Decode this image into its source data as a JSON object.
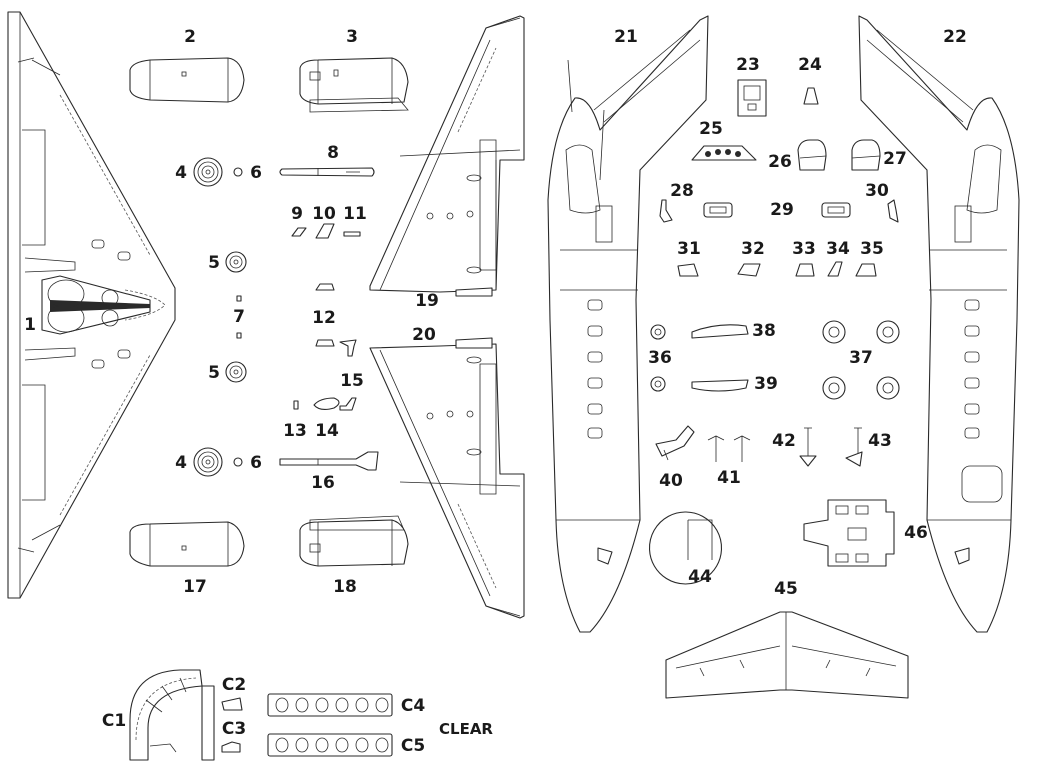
{
  "sheet": {
    "description_labels": {
      "clear": "CLEAR"
    },
    "parts": [
      {
        "id": "1"
      },
      {
        "id": "2"
      },
      {
        "id": "3"
      },
      {
        "id": "4a",
        "label": "4"
      },
      {
        "id": "6a",
        "label": "6"
      },
      {
        "id": "5a",
        "label": "5"
      },
      {
        "id": "7"
      },
      {
        "id": "5b",
        "label": "5"
      },
      {
        "id": "4b",
        "label": "4"
      },
      {
        "id": "6b",
        "label": "6"
      },
      {
        "id": "8"
      },
      {
        "id": "9"
      },
      {
        "id": "10"
      },
      {
        "id": "11"
      },
      {
        "id": "12"
      },
      {
        "id": "13"
      },
      {
        "id": "14"
      },
      {
        "id": "15"
      },
      {
        "id": "16"
      },
      {
        "id": "17"
      },
      {
        "id": "18"
      },
      {
        "id": "19"
      },
      {
        "id": "20"
      },
      {
        "id": "21"
      },
      {
        "id": "22"
      },
      {
        "id": "23"
      },
      {
        "id": "24"
      },
      {
        "id": "25"
      },
      {
        "id": "26"
      },
      {
        "id": "27"
      },
      {
        "id": "28"
      },
      {
        "id": "29"
      },
      {
        "id": "30"
      },
      {
        "id": "31"
      },
      {
        "id": "32"
      },
      {
        "id": "33"
      },
      {
        "id": "34"
      },
      {
        "id": "35"
      },
      {
        "id": "36"
      },
      {
        "id": "37"
      },
      {
        "id": "38"
      },
      {
        "id": "39"
      },
      {
        "id": "40"
      },
      {
        "id": "41"
      },
      {
        "id": "42"
      },
      {
        "id": "43"
      },
      {
        "id": "44"
      },
      {
        "id": "45"
      },
      {
        "id": "46"
      },
      {
        "id": "C1"
      },
      {
        "id": "C2"
      },
      {
        "id": "C3"
      },
      {
        "id": "C4"
      },
      {
        "id": "C5"
      }
    ]
  }
}
